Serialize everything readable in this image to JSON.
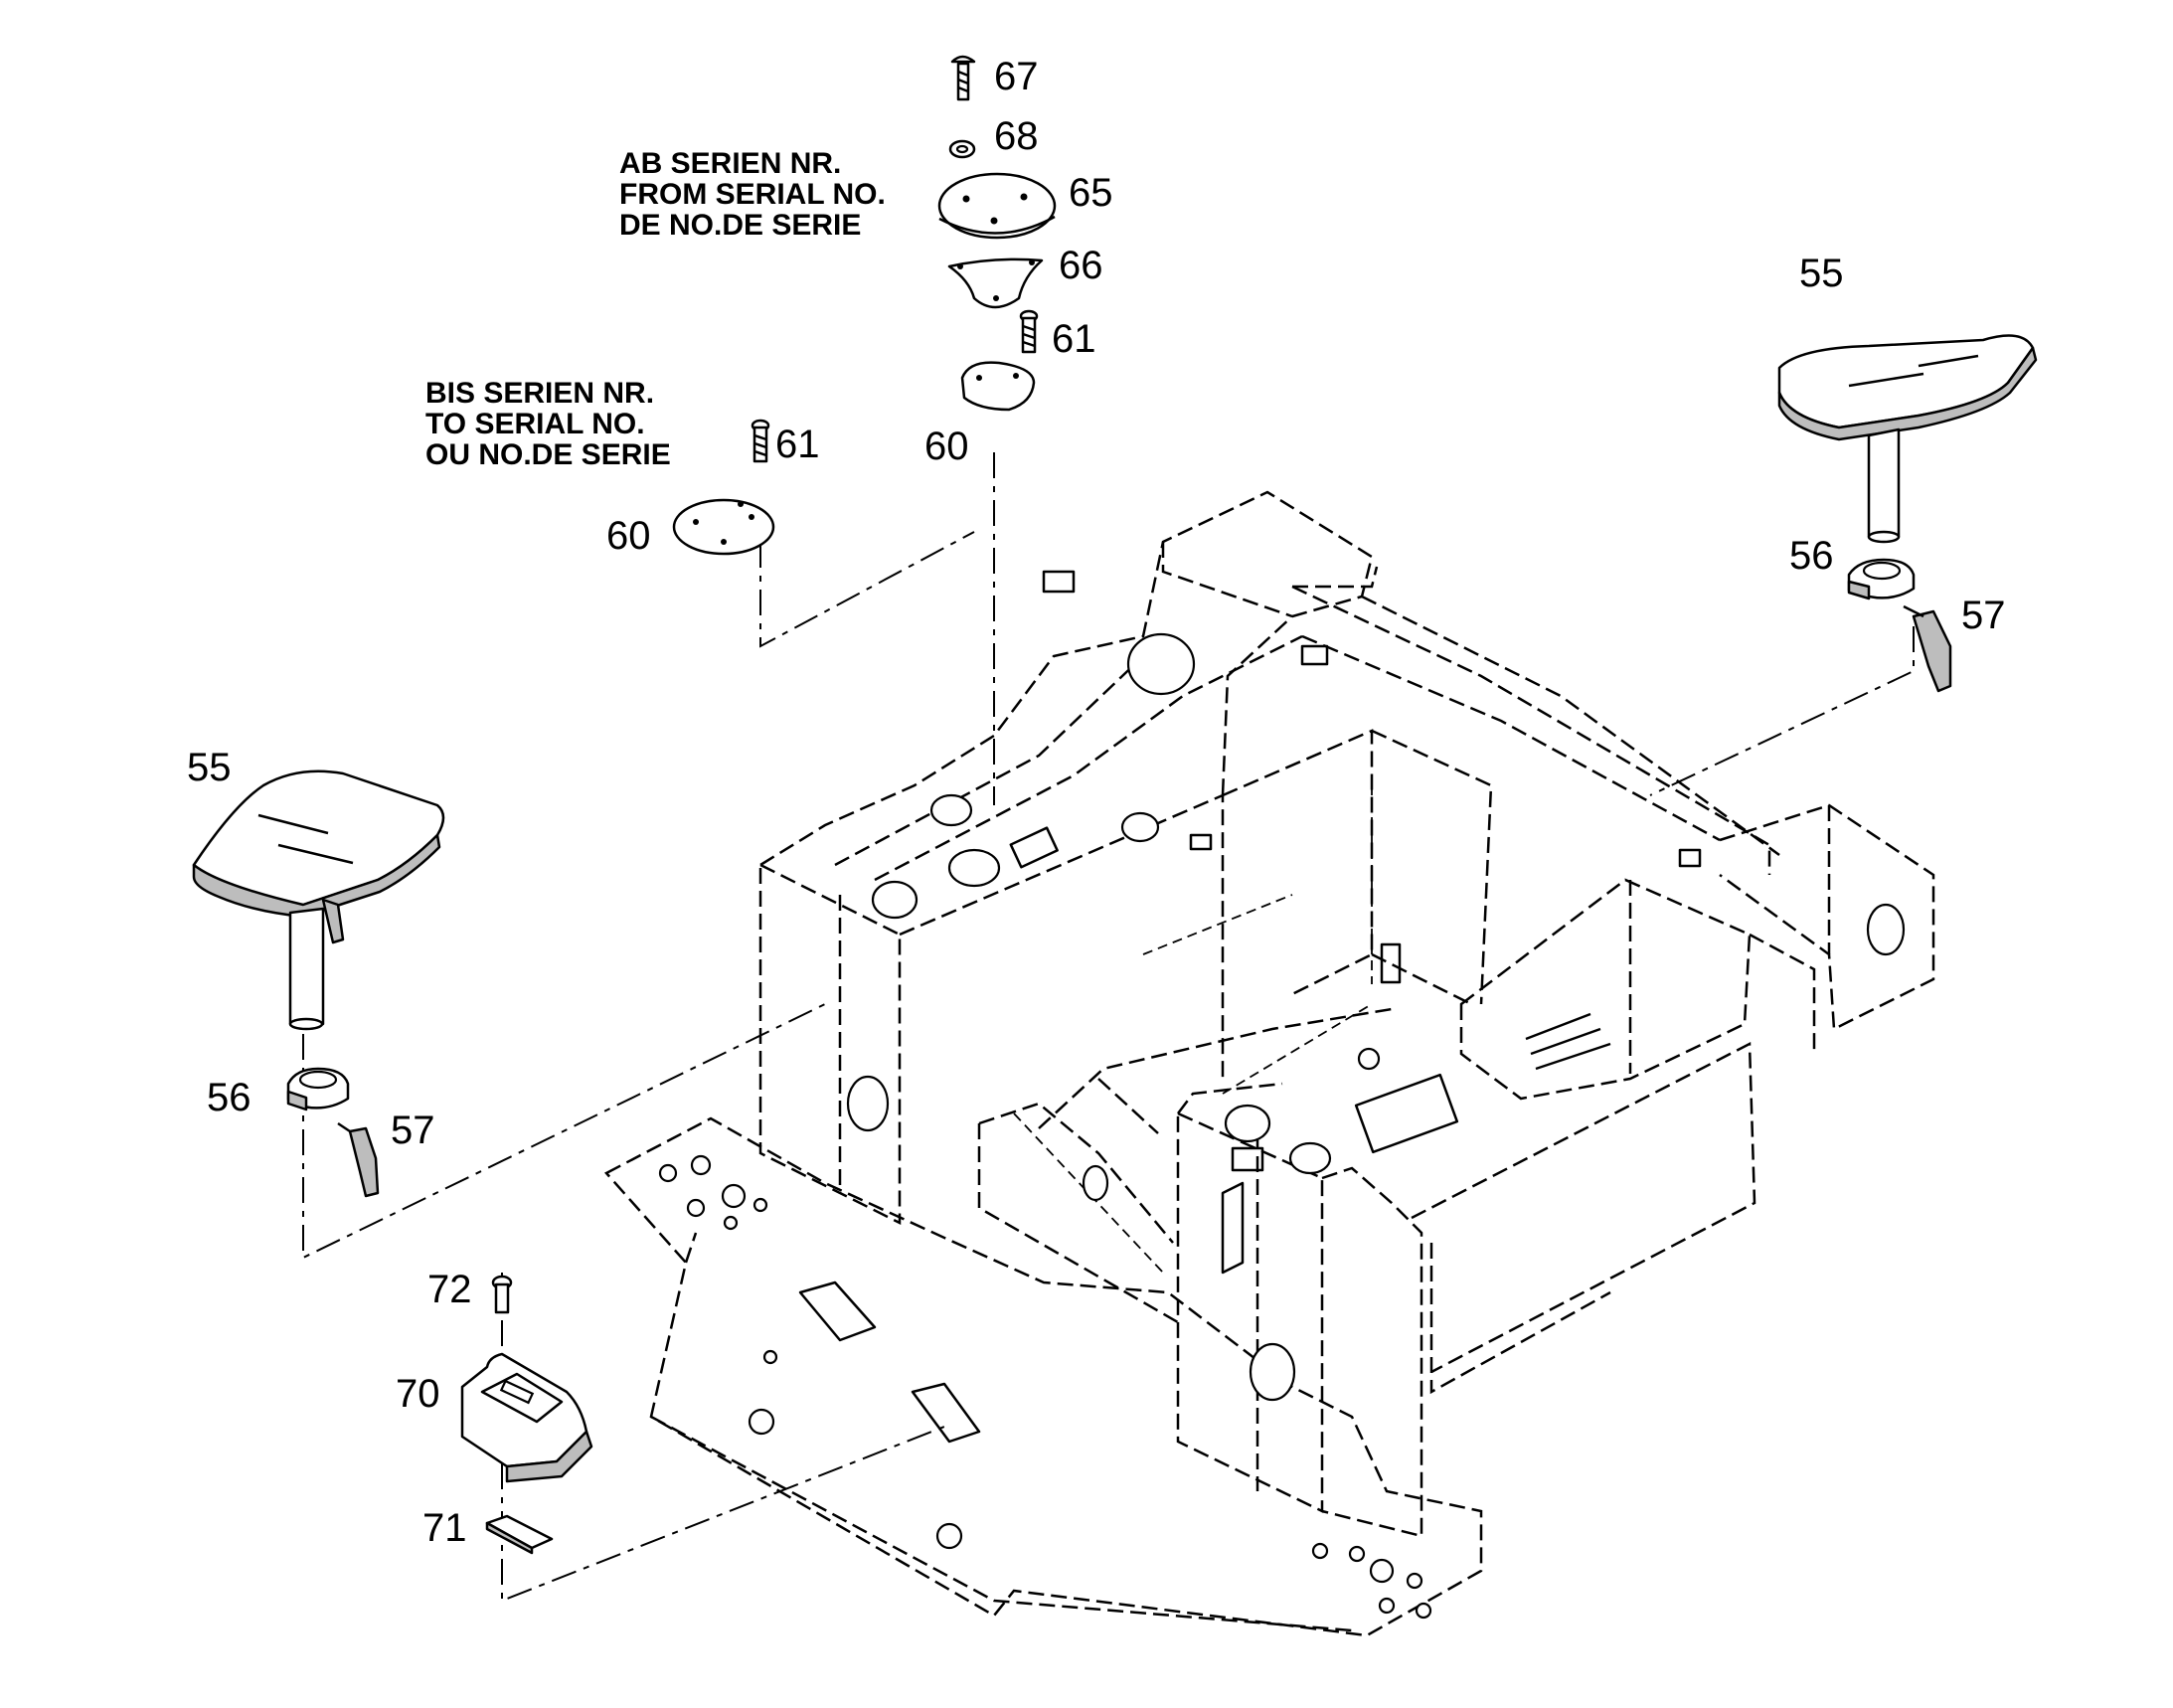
{
  "notes": {
    "from_serial": [
      "AB SERIEN NR.",
      "FROM SERIAL NO.",
      "DE NO.DE SERIE"
    ],
    "to_serial": [
      "BIS SERIEN NR.",
      "TO SERIAL NO.",
      "OU NO.DE SERIE"
    ]
  },
  "callouts": {
    "c67": "67",
    "c68": "68",
    "c65": "65",
    "c66": "66",
    "c61_new": "61",
    "c60_new": "60",
    "c61_old": "61",
    "c60_old": "60",
    "c55_right": "55",
    "c56_right": "56",
    "c57_right": "57",
    "c55_left": "55",
    "c56_left": "56",
    "c57_left": "57",
    "c72": "72",
    "c70": "70",
    "c71": "71"
  }
}
